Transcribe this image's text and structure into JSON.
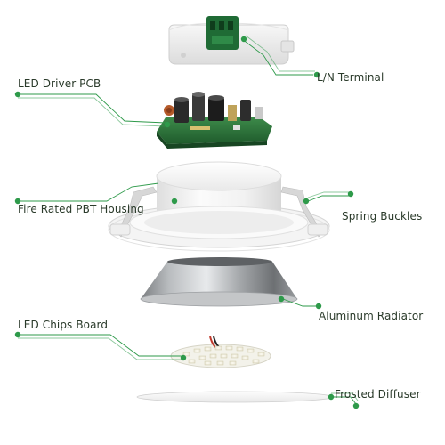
{
  "labels": {
    "terminal": "L/N Terminal",
    "driver": "LED Driver PCB",
    "housing": "Fire Rated PBT Housing",
    "buckles": "Spring Buckles",
    "radiator": "Aluminum Radiator",
    "chips": "LED Chips Board",
    "diffuser": "Frosted Diffuser"
  },
  "colors": {
    "callout": "#2e9a4a",
    "label_text": "#2a3a2a"
  }
}
